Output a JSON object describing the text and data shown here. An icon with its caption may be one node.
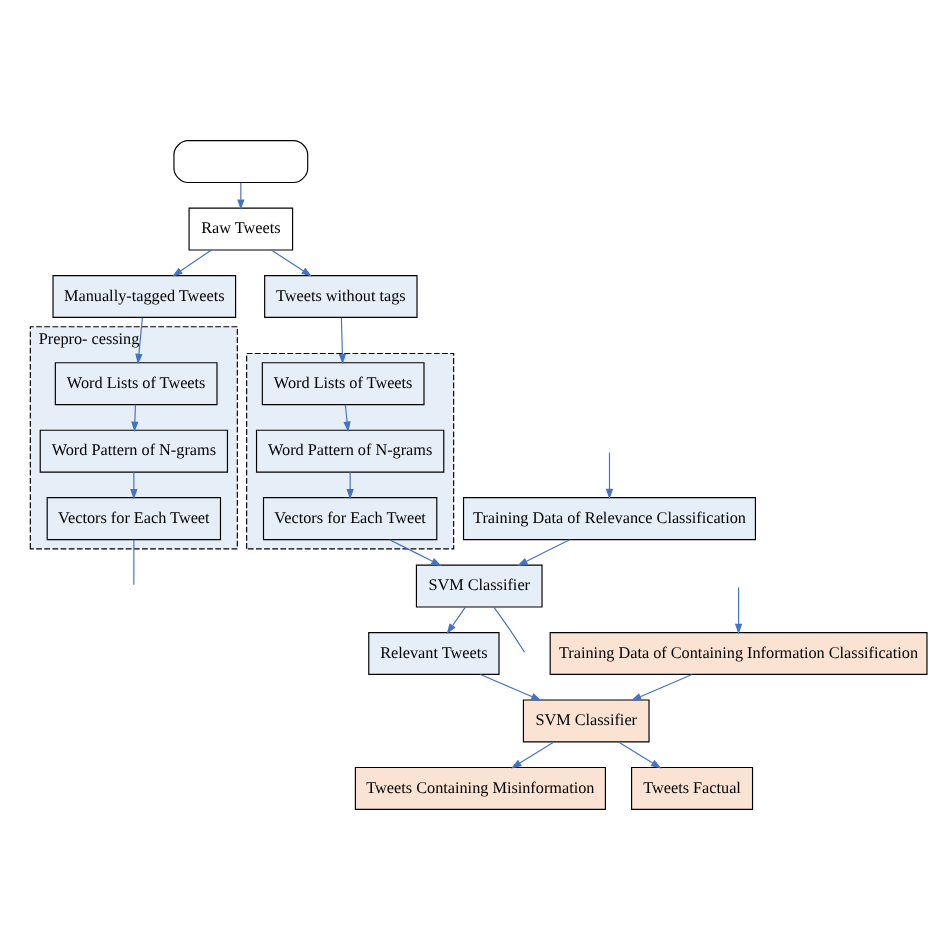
{
  "diagram": {
    "nodes": [
      {
        "text": [],
        "shape": "box"
      },
      {
        "text": [
          "Raw Tweets"
        ]
      },
      {
        "text": [
          "Manually-tagged Tweets"
        ]
      },
      {
        "text": [
          "Tweets without tags"
        ]
      },
      {
        "text": [
          "Prepro- cessing"
        ]
      },
      {
        "text": [
          "Word Lists of Tweets"
        ],
        "in": 4
      },
      {
        "text": [
          "Word Pattern of N-grams"
        ],
        "in": 4
      },
      {
        "text": [
          "Vectors for Each Tweet"
        ],
        "in": 4
      },
      {
        "text": [],
        "shape": "box"
      },
      {
        "text": [
          "Word Lists of Tweets"
        ],
        "in": 8
      },
      {
        "text": [
          "Word Pattern of N-grams"
        ],
        "in": 8
      },
      {
        "text": [
          "Vectors for Each Tweet"
        ],
        "in": 8
      },
      {
        "text": [
          "Training Data of Relevance Classification"
        ]
      },
      {
        "text": [
          "SVM Classifier"
        ]
      },
      {
        "text": [
          "Relevant Tweets"
        ]
      },
      {
        "text": [
          "Training Data of Containing Information Classification"
        ]
      },
      {
        "text": [
          "SVM Classifier"
        ]
      },
      {
        "text": [
          "Tweets Containing Misinformation"
        ]
      },
      {
        "text": [
          "Tweets Factual"
        ]
      }
    ],
    "edges": [
      {
        "from": 0,
        "to": 1,
        "arrow": "to"
      },
      {
        "from": 1,
        "to": 2,
        "arrow": "to"
      },
      {
        "from": 1,
        "to": 3,
        "arrow": "to"
      },
      {
        "from": 2,
        "to": 5,
        "arrow": "to"
      },
      {
        "from": 5,
        "to": 6,
        "arrow": "to"
      },
      {
        "from": 6,
        "to": 7,
        "arrow": "to"
      },
      {
        "from": 3,
        "to": 9,
        "arrow": "to"
      },
      {
        "from": 9,
        "to": 10,
        "arrow": "to"
      },
      {
        "from": 10,
        "to": 11,
        "arrow": "to"
      },
      {
        "from": 7,
        "to": null,
        "arrow": "none"
      },
      {
        "from": null,
        "to": 12,
        "arrow": "to"
      },
      {
        "from": 12,
        "to": 13,
        "arrow": "to"
      },
      {
        "from": 11,
        "to": 13,
        "arrow": "to"
      },
      {
        "from": 13,
        "to": 14,
        "arrow": "to"
      },
      {
        "from": 13,
        "to": null,
        "arrow": "none"
      },
      {
        "from": 14,
        "to": 16,
        "arrow": "to"
      },
      {
        "from": null,
        "to": 15,
        "arrow": "to"
      },
      {
        "from": 15,
        "to": 16,
        "arrow": "to"
      },
      {
        "from": 16,
        "to": 17,
        "arrow": "to"
      },
      {
        "from": 16,
        "to": 18,
        "arrow": "to"
      }
    ]
  }
}
